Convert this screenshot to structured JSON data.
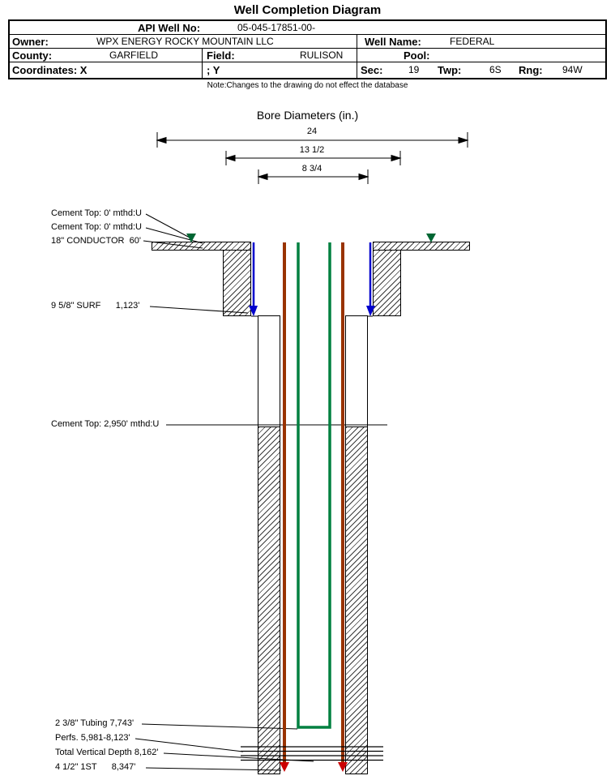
{
  "title": "Well Completion Diagram",
  "table": {
    "api": {
      "label": "API Well No:",
      "value": "05-045-17851-00-"
    },
    "owner": {
      "label": "Owner:",
      "value": "WPX ENERGY ROCKY MOUNTAIN LLC"
    },
    "well_name": {
      "label": "Well Name:",
      "value": "FEDERAL"
    },
    "county": {
      "label": "County:",
      "value": "GARFIELD"
    },
    "field": {
      "label": "Field:",
      "value": "RULISON"
    },
    "pool": {
      "label": "Pool:",
      "value": ""
    },
    "coordinates": {
      "label": "Coordinates: X",
      "y_label": "; Y"
    },
    "sec": {
      "label": "Sec:",
      "value": "19"
    },
    "twp": {
      "label": "Twp:",
      "value": "6S"
    },
    "rng": {
      "label": "Rng:",
      "value": "94W"
    }
  },
  "note": "Note:Changes to the drawing do not effect the database",
  "bore_diameters": {
    "title": "Bore Diameters (in.)",
    "labels": [
      "24",
      "13 1/2",
      "8 3/4"
    ]
  },
  "annotations": [
    {
      "text": "Cement Top: 0' mthd:U"
    },
    {
      "text": "Cement Top: 0' mthd:U"
    },
    {
      "text": "18\" CONDUCTOR  60'"
    },
    {
      "text": "9 5/8\" SURF      1,123'"
    },
    {
      "text": "Cement Top: 2,950' mthd:U"
    },
    {
      "text": "2 3/8\" Tubing 7,743'"
    },
    {
      "text": "Perfs. 5,981-8,123'"
    },
    {
      "text": "Total Vertical Depth 8,162'"
    },
    {
      "text": "4 1/2\" 1ST      8,347'"
    }
  ],
  "colors": {
    "production_casing": "#993300",
    "tubing": "#008040",
    "surface_casing": "#0000cc",
    "casing_shoe_marker": "#cc0000",
    "cement_top_marker": "#006633",
    "outline": "#000000"
  }
}
